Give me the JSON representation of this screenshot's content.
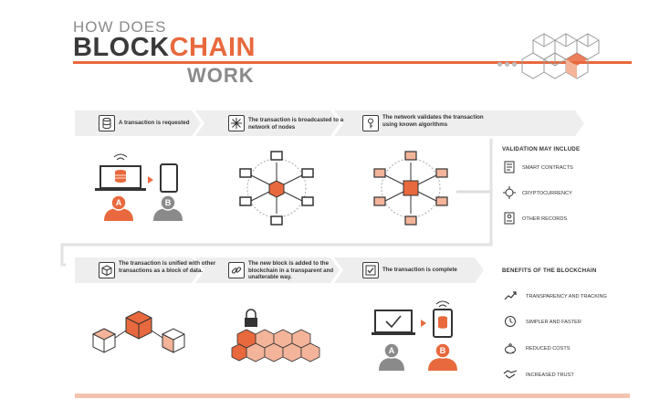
{
  "header": {
    "how_does": "HOW DOES",
    "block": "BLOCK",
    "chain": "CHAIN",
    "work": "WORK"
  },
  "steps": [
    {
      "label": "A transaction is requested",
      "icon": "database-icon"
    },
    {
      "label": "The transaction is broadcasted to a network of nodes",
      "icon": "network-icon"
    },
    {
      "label": "The network validates the transaction using known algorithms",
      "icon": "key-icon"
    },
    {
      "label": "The transaction is unified with other transactions as a block of data.",
      "icon": "cube-icon"
    },
    {
      "label": "The new block is added to the blockchain in a transparent and unalterable way.",
      "icon": "chain-link-icon"
    },
    {
      "label": "The transaction is complete",
      "icon": "checklist-icon"
    }
  ],
  "actors": {
    "a": "A",
    "b": "B"
  },
  "validation": {
    "title": "VALIDATION MAY INCLUDE",
    "items": [
      {
        "label": "SMART CONTRACTS",
        "icon": "contract-icon"
      },
      {
        "label": "CRYPTOCURRENCY",
        "icon": "crypto-icon"
      },
      {
        "label": "OTHER RECORDS",
        "icon": "records-icon"
      }
    ]
  },
  "benefits": {
    "title": "BENEFITS OF THE BLOCKCHAIN",
    "items": [
      {
        "label": "TRANSPARENCY AND TRACKING",
        "icon": "trend-icon"
      },
      {
        "label": "SIMPLER AND FASTER",
        "icon": "clock-icon"
      },
      {
        "label": "REDUCED COSTS",
        "icon": "piggy-bank-icon"
      },
      {
        "label": "INCREASED TRUST",
        "icon": "handshake-icon"
      }
    ]
  },
  "colors": {
    "accent": "#e8693d",
    "dark": "#3a3a3a",
    "grey": "#8a8a8a",
    "banner": "#eeeeee"
  }
}
